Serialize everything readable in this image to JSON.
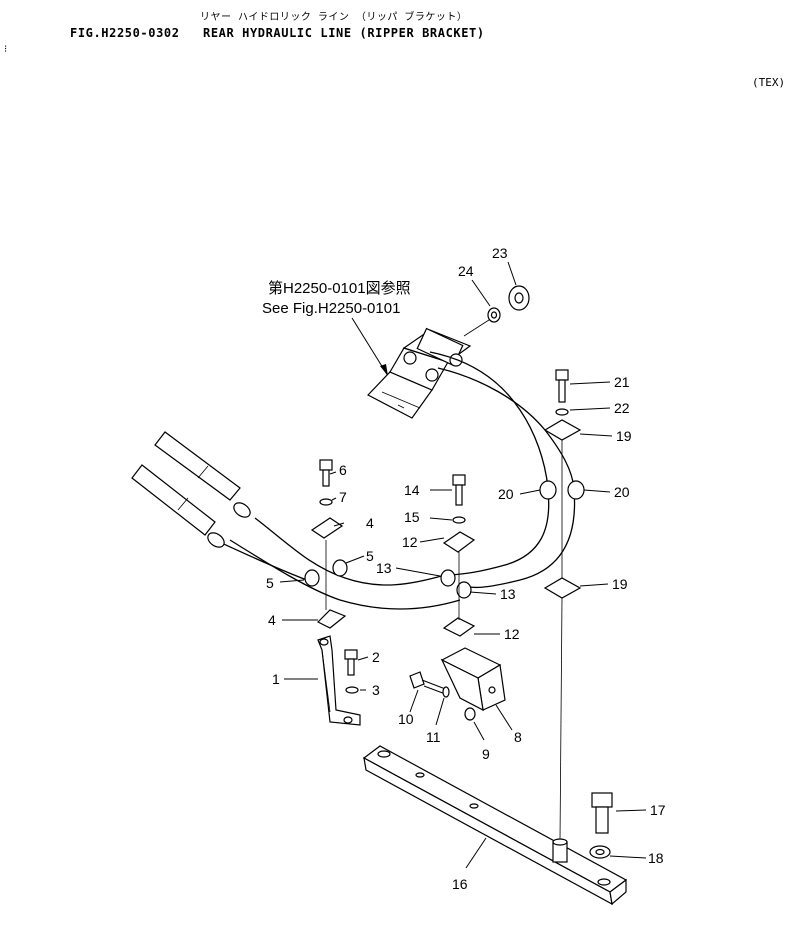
{
  "header": {
    "japanese_title": "リヤー ハイドロリック ライン （リッパ ブラケット）",
    "figure_number": "FIG.H2250-0302",
    "title": "REAR HYDRAULIC LINE (RIPPER BRACKET)",
    "model": "(TEX)"
  },
  "reference": {
    "japanese": "第H2250-0101図参照",
    "english": "See Fig.H2250-0101"
  },
  "callouts": {
    "c1": "1",
    "c2": "2",
    "c3": "3",
    "c4a": "4",
    "c4b": "4",
    "c5a": "5",
    "c5b": "5",
    "c6": "6",
    "c7": "7",
    "c8": "8",
    "c9": "9",
    "c10": "10",
    "c11": "11",
    "c12a": "12",
    "c12b": "12",
    "c13a": "13",
    "c13b": "13",
    "c14": "14",
    "c15": "15",
    "c16": "16",
    "c17": "17",
    "c18": "18",
    "c19a": "19",
    "c19b": "19",
    "c20a": "20",
    "c20b": "20",
    "c21": "21",
    "c22": "22",
    "c23": "23",
    "c24": "24"
  }
}
